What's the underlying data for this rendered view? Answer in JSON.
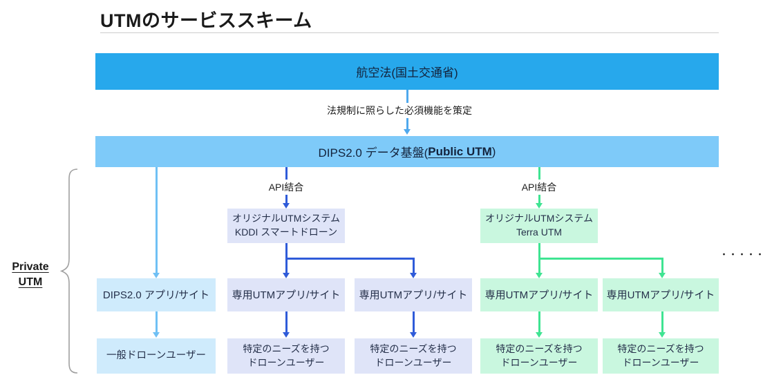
{
  "title": "UTMのサービススキーム",
  "colors": {
    "banner_top_bg": "#27A8EC",
    "banner_mid_bg": "#7ECAF9",
    "box_blue_bg": "#CFEBFC",
    "box_lavender_bg": "#DFE4F8",
    "box_green_bg": "#C9F7DF",
    "arrow_flow_blue": "#4FA8ED",
    "arrow_light_blue": "#6FC0F4",
    "arrow_dark_blue": "#2F5BD9",
    "arrow_green": "#3FE492"
  },
  "top_banner": {
    "label": "航空法(国土交通省)"
  },
  "flow_arrow": {
    "label": "法規制に照らした必須機能を策定"
  },
  "mid_banner": {
    "prefix": "DIPS2.0 データ基盤(",
    "underlined": "Public UTM",
    "suffix": ")"
  },
  "branches": {
    "kddi": {
      "api_label": "API結合",
      "system_line1": "オリジナルUTMシステム",
      "system_line2": "KDDI スマートドローン"
    },
    "terra": {
      "api_label": "API結合",
      "system_line1": "オリジナルUTMシステム",
      "system_line2": "Terra UTM"
    }
  },
  "app_row": [
    {
      "label": "DIPS2.0 アプリ/サイト"
    },
    {
      "label": "専用UTMアプリ/サイト"
    },
    {
      "label": "専用UTMアプリ/サイト"
    },
    {
      "label": "専用UTMアプリ/サイト"
    },
    {
      "label": "専用UTMアプリ/サイト"
    }
  ],
  "user_row": [
    {
      "label": "一般ドローンユーザー"
    },
    {
      "line1": "特定のニーズを持つ",
      "line2": "ドローンユーザー"
    },
    {
      "line1": "特定のニーズを持つ",
      "line2": "ドローンユーザー"
    },
    {
      "line1": "特定のニーズを持つ",
      "line2": "ドローンユーザー"
    },
    {
      "line1": "特定のニーズを持つ",
      "line2": "ドローンユーザー"
    }
  ],
  "side_label": {
    "line1": "Private",
    "line2": "UTM"
  },
  "ellipsis": "・・・・・"
}
